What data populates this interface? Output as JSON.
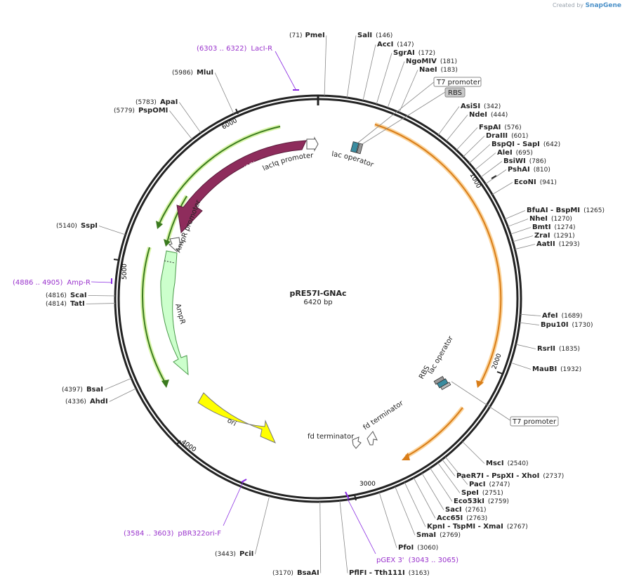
{
  "credit": {
    "prefix": "Created by",
    "brand": "SnapGene"
  },
  "plasmid": {
    "name": "pRE57I-GNAc",
    "length_label": "6420 bp",
    "length_bp": 6420
  },
  "ticks": [
    {
      "label": "1000"
    },
    {
      "label": "2000"
    },
    {
      "label": "3000"
    },
    {
      "label": "4000"
    },
    {
      "label": "5000"
    },
    {
      "label": "6000"
    }
  ],
  "features": [
    {
      "name": "lacI",
      "color": "#8e2c5c"
    },
    {
      "name": "lacIq promoter",
      "color": "#ffffff"
    },
    {
      "name": "lac operator",
      "color": "#3a8ca0"
    },
    {
      "name": "AmpR promoter",
      "color": "#ffffff"
    },
    {
      "name": "AmpR",
      "color": "#ccffcc"
    },
    {
      "name": "ori",
      "color": "#ffff00"
    },
    {
      "name": "fd terminator",
      "color": "#ffffff"
    },
    {
      "name": "fd terminator",
      "color": "#ffffff"
    },
    {
      "name": "RBS",
      "color": "#999999"
    },
    {
      "name": "lac operator",
      "color": "#3a8ca0"
    }
  ],
  "boxed_labels": [
    {
      "text": "T7 promoter"
    },
    {
      "text": "RBS"
    },
    {
      "text": "T7 promoter"
    }
  ],
  "primers": [
    {
      "name": "LacI-R",
      "pos": "(6303 .. 6322)"
    },
    {
      "name": "Amp-R",
      "pos": "(4886 .. 4905)"
    },
    {
      "name": "pBR322ori-F",
      "pos": "(3584 .. 3603)"
    },
    {
      "name": "pGEX 3'",
      "pos": "(3043 .. 3065)"
    }
  ],
  "enzymes": [
    {
      "name": "PmeI",
      "pos": "(71)"
    },
    {
      "name": "SalI",
      "pos": "(146)"
    },
    {
      "name": "AccI",
      "pos": "(147)"
    },
    {
      "name": "SgrAI",
      "pos": "(172)"
    },
    {
      "name": "NgoMIV",
      "pos": "(181)"
    },
    {
      "name": "NaeI",
      "pos": "(183)"
    },
    {
      "name": "AsiSI",
      "pos": "(342)"
    },
    {
      "name": "NdeI",
      "pos": "(444)"
    },
    {
      "name": "FspAI",
      "pos": "(576)"
    },
    {
      "name": "DraIII",
      "pos": "(601)"
    },
    {
      "name": "BspQI - SapI",
      "pos": "(642)"
    },
    {
      "name": "AleI",
      "pos": "(695)"
    },
    {
      "name": "BsiWI",
      "pos": "(786)"
    },
    {
      "name": "PshAI",
      "pos": "(810)"
    },
    {
      "name": "EcoNI",
      "pos": "(941)"
    },
    {
      "name": "BfuAI - BspMI",
      "pos": "(1265)"
    },
    {
      "name": "NheI",
      "pos": "(1270)"
    },
    {
      "name": "BmtI",
      "pos": "(1274)"
    },
    {
      "name": "ZraI",
      "pos": "(1291)"
    },
    {
      "name": "AatII",
      "pos": "(1293)"
    },
    {
      "name": "AfeI",
      "pos": "(1689)"
    },
    {
      "name": "Bpu10I",
      "pos": "(1730)"
    },
    {
      "name": "RsrII",
      "pos": "(1835)"
    },
    {
      "name": "MauBI",
      "pos": "(1932)"
    },
    {
      "name": "MscI",
      "pos": "(2540)"
    },
    {
      "name": "PaeR7I - PspXI - XhoI",
      "pos": "(2737)"
    },
    {
      "name": "PacI",
      "pos": "(2747)"
    },
    {
      "name": "SpeI",
      "pos": "(2751)"
    },
    {
      "name": "Eco53kI",
      "pos": "(2759)"
    },
    {
      "name": "SacI",
      "pos": "(2761)"
    },
    {
      "name": "Acc65I",
      "pos": "(2763)"
    },
    {
      "name": "KpnI - TspMI - XmaI",
      "pos": "(2767)"
    },
    {
      "name": "SmaI",
      "pos": "(2769)"
    },
    {
      "name": "PfoI",
      "pos": "(3060)"
    },
    {
      "name": "PflFI - Tth111I",
      "pos": "(3163)"
    },
    {
      "name": "BsaAI",
      "pos": "(3170)"
    },
    {
      "name": "PciI",
      "pos": "(3443)"
    },
    {
      "name": "AhdI",
      "pos": "(4336)"
    },
    {
      "name": "BsaI",
      "pos": "(4397)"
    },
    {
      "name": "TatI",
      "pos": "(4814)"
    },
    {
      "name": "ScaI",
      "pos": "(4816)"
    },
    {
      "name": "SspI",
      "pos": "(5140)"
    },
    {
      "name": "PspOMI",
      "pos": "(5779)"
    },
    {
      "name": "ApaI",
      "pos": "(5783)"
    },
    {
      "name": "MluI",
      "pos": "(5986)"
    }
  ]
}
